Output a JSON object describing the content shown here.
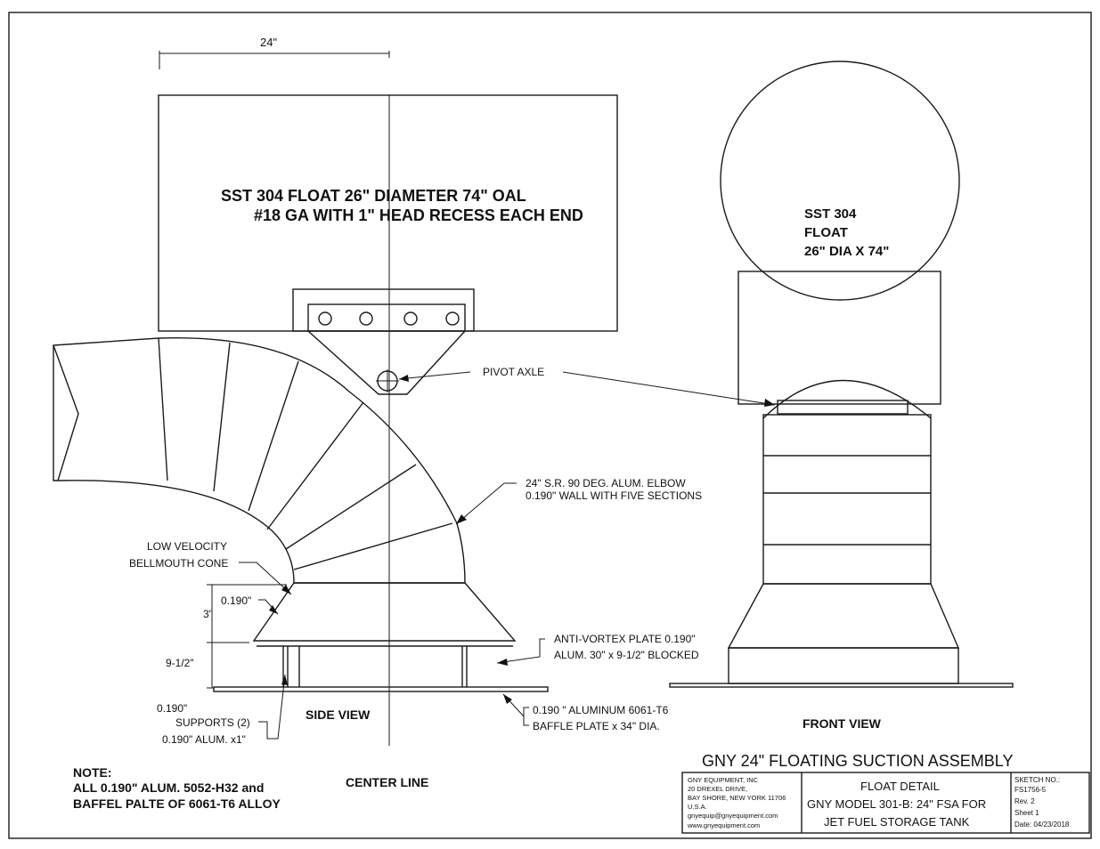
{
  "dimension_top": "24\"",
  "float_side": {
    "line1": "SST 304  FLOAT 26\" DIAMETER 74\" OAL",
    "line2": "#18 GA WITH 1\" HEAD RECESS EACH END"
  },
  "float_front": {
    "line1": "SST 304",
    "line2": "FLOAT",
    "line3": "26\" DIA X 74\""
  },
  "callouts": {
    "pivot_axle": "PIVOT AXLE",
    "elbow_line1": "24\" S.R. 90 DEG. ALUM. ELBOW",
    "elbow_line2": "0.190\" WALL WITH FIVE SECTIONS",
    "bellmouth_line1": "LOW VELOCITY",
    "bellmouth_line2": "BELLMOUTH CONE",
    "anti_vortex_line1": "ANTI-VORTEX PLATE 0.190\"",
    "anti_vortex_line2": "ALUM. 30\" x 9-1/2\" BLOCKED",
    "baffle_line1": "0.190 \" ALUMINUM 6061-T6",
    "baffle_line2": "BAFFLE PLATE x 34\" DIA.",
    "supports_line1": "SUPPORTS (2)",
    "supports_line2": "0.190\" ALUM. x1\""
  },
  "dimensions": {
    "cone_wall": "0.190\"",
    "cone_height": "3\"",
    "support_height": "9-1/2\"",
    "plate_thickness": "0.190\""
  },
  "views": {
    "side": "SIDE VIEW",
    "front": "FRONT VIEW",
    "center_line": "CENTER LINE"
  },
  "note": {
    "heading": "NOTE:",
    "line1": "ALL 0.190\" ALUM. 5052-H32 and",
    "line2": "BAFFEL PALTE OF 6061-T6 ALLOY"
  },
  "title_block": {
    "assembly_title": "GNY 24\" FLOATING SUCTION ASSEMBLY",
    "company": [
      "GNY EQUIPMENT, INC",
      "20 DREXEL DRIVE,",
      "BAY SHORE, NEW YORK 11706",
      "U.S.A.",
      "gnyequip@gnyequipment.com",
      "www.gnyequipment.com"
    ],
    "detail": [
      "FLOAT DETAIL",
      "GNY MODEL 301-B: 24\" FSA FOR",
      "JET FUEL STORAGE TANK"
    ],
    "sketch": [
      "SKETCH NO.:",
      "FS1756-5",
      "Rev. 2",
      "Sheet 1",
      "Date: 04/23/2018"
    ]
  }
}
